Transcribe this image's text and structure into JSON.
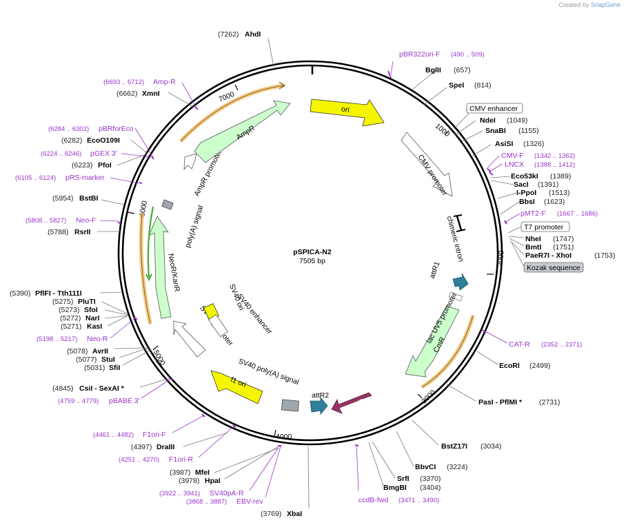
{
  "credit": {
    "prefix": "Created by",
    "brand": "SnapGene"
  },
  "plasmid": {
    "name": "pSPICA-N2",
    "size_label": "7505 bp"
  },
  "ticks": [
    {
      "label": "1000"
    },
    {
      "label": "2000"
    },
    {
      "label": "3000"
    },
    {
      "label": "4000"
    },
    {
      "label": "5000"
    },
    {
      "label": "6000"
    },
    {
      "label": "7000"
    }
  ],
  "features": [
    {
      "label": "ori"
    },
    {
      "label": "CMV promoter"
    },
    {
      "label": "chimeric intron"
    },
    {
      "label": "attR1"
    },
    {
      "label": "CmR"
    },
    {
      "label": "lac UV5 promoter"
    },
    {
      "label": "ccdB"
    },
    {
      "label": "attR2"
    },
    {
      "label": "SV40 poly(A) signal"
    },
    {
      "label": "f1 ori"
    },
    {
      "label": "SV40 promoter"
    },
    {
      "label": "SV40 ori"
    },
    {
      "label": "SV40 enhancer"
    },
    {
      "label": "NeoR/KanR"
    },
    {
      "label": "poly(A) signal"
    },
    {
      "label": "AmpR promoter"
    },
    {
      "label": "AmpR"
    }
  ],
  "site_labels": [
    {
      "name": "AhdI",
      "pos": "(7262)"
    },
    {
      "name": "pBR322ori-F",
      "pos": "(490 .. 509)"
    },
    {
      "name": "BglII",
      "pos": "(657)"
    },
    {
      "name": "SpeI",
      "pos": "(814)"
    },
    {
      "name": "CMV enhancer",
      "pos": ""
    },
    {
      "name": "NdeI",
      "pos": "(1049)"
    },
    {
      "name": "SnaBI",
      "pos": "(1155)"
    },
    {
      "name": "AsiSI",
      "pos": "(1326)"
    },
    {
      "name": "CMV-F",
      "pos": "(1342 .. 1362)"
    },
    {
      "name": "LNCX",
      "pos": "(1388 .. 1412)"
    },
    {
      "name": "Eco53kI",
      "pos": "(1389)"
    },
    {
      "name": "SacI",
      "pos": "(1391)"
    },
    {
      "name": "I-PpoI",
      "pos": "(1513)"
    },
    {
      "name": "BbsI",
      "pos": "(1623)"
    },
    {
      "name": "pMT2-F",
      "pos": "(1667 .. 1686)"
    },
    {
      "name": "T7 promoter",
      "pos": ""
    },
    {
      "name": "NheI",
      "pos": "(1747)"
    },
    {
      "name": "BmtI",
      "pos": "(1751)"
    },
    {
      "name": "PaeR7I - XhoI",
      "pos": "(1753)"
    },
    {
      "name": "Kozak sequence",
      "pos": ""
    },
    {
      "name": "CAT-R",
      "pos": "(2352 .. 2371)"
    },
    {
      "name": "EcoRI",
      "pos": "(2499)"
    },
    {
      "name": "PasI - PflMI *",
      "pos": "(2731)"
    },
    {
      "name": "BstZ17I",
      "pos": "(3034)"
    },
    {
      "name": "BbvCI",
      "pos": "(3224)"
    },
    {
      "name": "SrfI",
      "pos": "(3370)"
    },
    {
      "name": "BmgBI",
      "pos": "(3404)"
    },
    {
      "name": "ccdB-fwd",
      "pos": "(3471 .. 3490)"
    },
    {
      "name": "XbaI",
      "pos": "(3769)"
    },
    {
      "name": "EBV-rev",
      "pos": "(3868 .. 3887)"
    },
    {
      "name": "SV40pA-R",
      "pos": "(3922 .. 3941)"
    },
    {
      "name": "HpaI",
      "pos": "(3978)"
    },
    {
      "name": "MfeI",
      "pos": "(3987)"
    },
    {
      "name": "F1ori-R",
      "pos": "(4251 .. 4270)"
    },
    {
      "name": "DraIII",
      "pos": "(4397)"
    },
    {
      "name": "F1ori-F",
      "pos": "(4461 .. 4482)"
    },
    {
      "name": "pBABE 3'",
      "pos": "(4759 .. 4779)"
    },
    {
      "name": "CsiI - SexAI *",
      "pos": "(4845)"
    },
    {
      "name": "SfiI",
      "pos": "(5031)"
    },
    {
      "name": "StuI",
      "pos": "(5077)"
    },
    {
      "name": "AvrII",
      "pos": "(5078)"
    },
    {
      "name": "Neo-R",
      "pos": "(5198 .. 5217)"
    },
    {
      "name": "KasI",
      "pos": "(5271)"
    },
    {
      "name": "NarI",
      "pos": "(5272)"
    },
    {
      "name": "SfoI",
      "pos": "(5273)"
    },
    {
      "name": "PluTI",
      "pos": "(5275)"
    },
    {
      "name": "PflFI - Tth111I",
      "pos": "(5390)"
    },
    {
      "name": "RsrII",
      "pos": "(5788)"
    },
    {
      "name": "Neo-F",
      "pos": "(5808 .. 5827)"
    },
    {
      "name": "BstBI",
      "pos": "(5954)"
    },
    {
      "name": "pRS-marker",
      "pos": "(6105 .. 6124)"
    },
    {
      "name": "PfoI",
      "pos": "(6223)"
    },
    {
      "name": "pGEX 3'",
      "pos": "(6224 .. 6246)"
    },
    {
      "name": "EcoO109I",
      "pos": "(6282)"
    },
    {
      "name": "pBRforEco",
      "pos": "(6284 .. 6302)"
    },
    {
      "name": "XmnI",
      "pos": "(6662)"
    },
    {
      "name": "Amp-R",
      "pos": "(6693 .. 6712)"
    }
  ],
  "colors": {
    "site": "#000000",
    "primer": "#9933cc",
    "position": "#333333",
    "ori": "#f5f500",
    "marker": "#ccffcc",
    "promoter": "#ffffff",
    "att": "#2e7f9a",
    "ccdB": "#993366",
    "polyA": "#a0a6ad",
    "orf_glow": "#f0c070"
  }
}
